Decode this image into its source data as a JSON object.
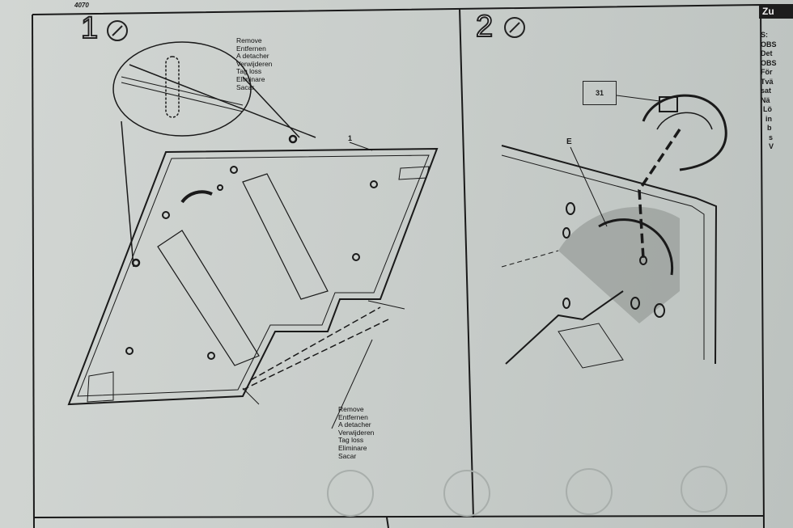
{
  "sheet": {
    "code": "4070",
    "steps": [
      {
        "number": "1",
        "callout_part": "1",
        "remove_text_top": [
          "Remove",
          "Entfernen",
          "A detacher",
          "Verwijderen",
          "Tag loss",
          "Eliminare",
          "Sacar"
        ],
        "remove_text_bottom": [
          "Remove",
          "Entfernen",
          "A detacher",
          "Verwijderen",
          "Tag loss",
          "Eliminare",
          "Sacar"
        ]
      },
      {
        "number": "2",
        "part_number": "31",
        "flag_label": "E"
      }
    ],
    "side_panel": {
      "title": "Zu",
      "lines": [
        "S:",
        "OBS",
        "Det",
        "OBS",
        "För",
        "Tvä",
        "sat",
        "Nä",
        "Lö",
        "in",
        "b",
        "s",
        "V"
      ]
    }
  }
}
